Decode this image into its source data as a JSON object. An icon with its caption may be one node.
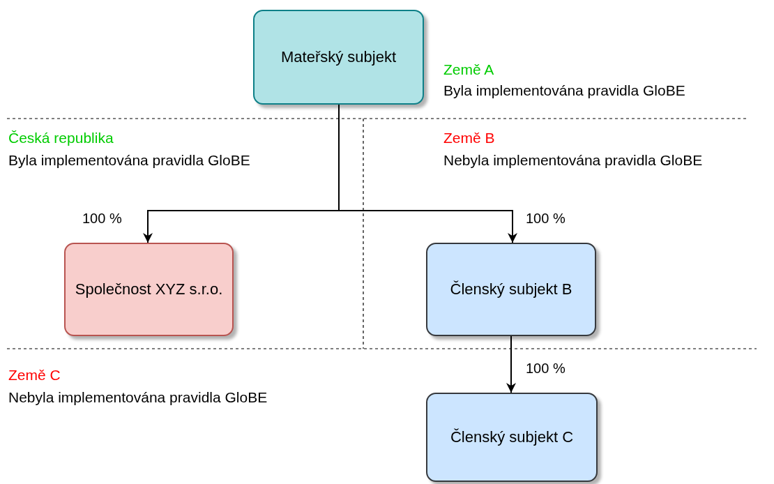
{
  "diagram": {
    "nodes": [
      {
        "text": [
          "Mateřský subjekt"
        ]
      },
      {
        "text": [
          "Společnost XYZ s.r.o."
        ]
      },
      {
        "text": [
          "Členský subjekt B"
        ]
      },
      {
        "text": [
          "Členský subjekt C"
        ]
      }
    ],
    "edges": [
      {
        "from": 0,
        "to": 1,
        "arrow": "to",
        "label": "100 %"
      },
      {
        "from": 0,
        "to": 2,
        "arrow": "to",
        "label": "100 %"
      },
      {
        "from": 2,
        "to": 3,
        "arrow": "to",
        "label": "100 %"
      }
    ],
    "labels": [
      "Země A",
      "Byla implementována pravidla GloBE",
      "Česká republika",
      "Byla implementována pravidla GloBE",
      "Země B",
      "Nebyla implementována pravidla GloBE",
      "Země C",
      "Nebyla implementována pravidla GloBE"
    ]
  }
}
